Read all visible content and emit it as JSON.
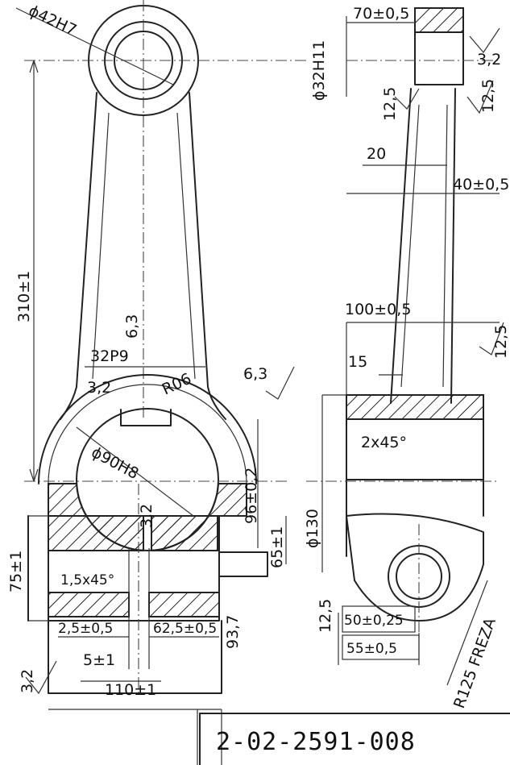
{
  "drawing_number": "2-02-2591-008",
  "dimensions": {
    "small_bore": "ϕ42H7",
    "center_distance": "310±1",
    "roughness_shank": "6,3",
    "keyway_width": "32P9",
    "roughness_keyway": "3,2",
    "fillet": "R06",
    "big_bore": "ϕ90H8",
    "roughness_big_bore": "3,2",
    "cap_height": "96±0,2",
    "bolt_dim": "65±1",
    "bolt_spacing": "75±1",
    "chamfer_left": "1,5x45°",
    "offset_small": "2,5±0,5",
    "bolt_pitch": "62,5±0,5",
    "height_right": "93,7",
    "offset_5": "5±1",
    "total_width": "110±1",
    "roughness_base": "3,2",
    "top_width": "70±0,5",
    "top_bore": "ϕ32H11",
    "roughness_top": "3,2",
    "roughness_rib_left": "12,5",
    "roughness_rib_right": "12,5",
    "rib_width": "20",
    "shank_width": "40±0,5",
    "hub_width": "100±0,5",
    "roughness_hub": "12,5",
    "rib_height": "15",
    "roughness_face": "6,3",
    "chamfer_side": "2x45°",
    "diameter_130": "ϕ130",
    "roughness_lower": "12,5",
    "width_50": "50±0,25",
    "width_55": "55±0,5",
    "mill_note": "R125 FREZA"
  }
}
